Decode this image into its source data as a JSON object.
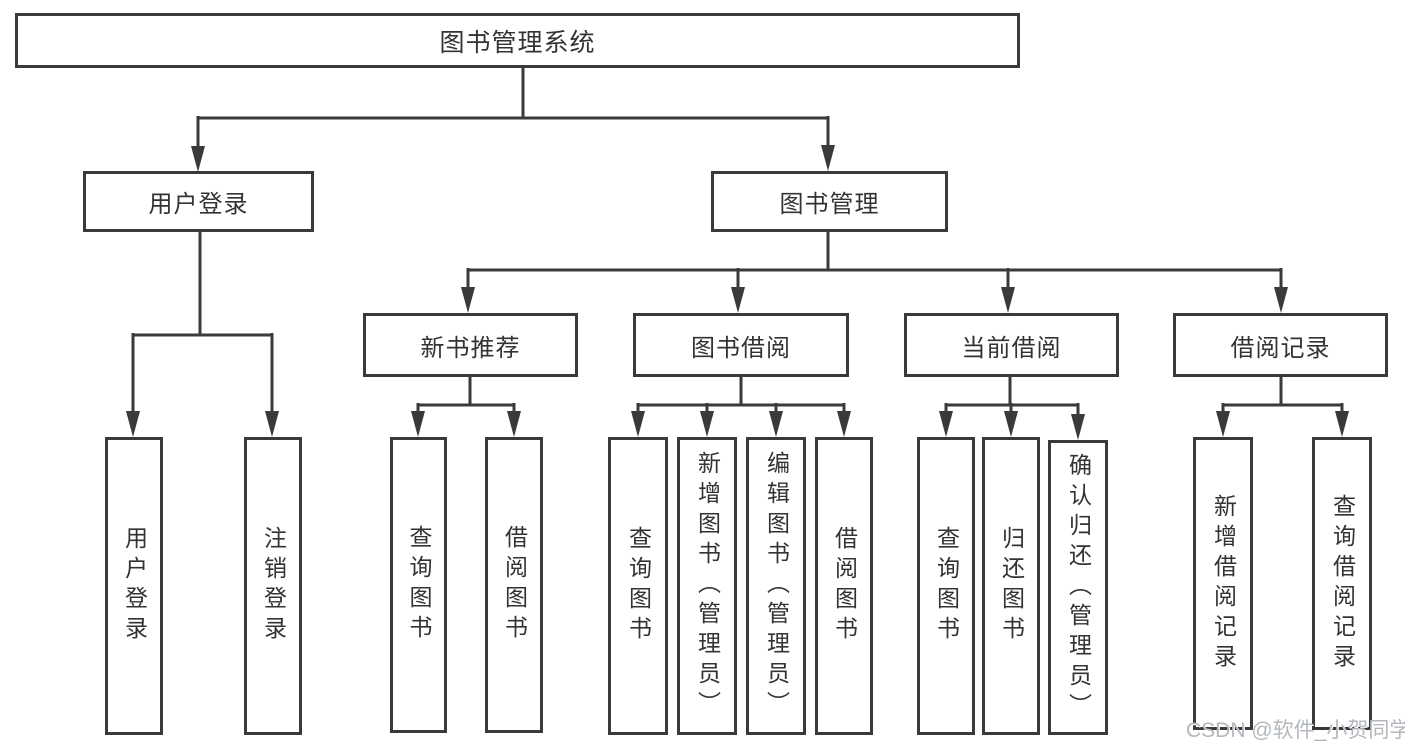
{
  "diagram": {
    "root": {
      "label": "图书管理系统"
    },
    "level2": [
      {
        "label": "用户登录"
      },
      {
        "label": "图书管理"
      }
    ],
    "level3": [
      {
        "label": "新书推荐"
      },
      {
        "label": "图书借阅"
      },
      {
        "label": "当前借阅"
      },
      {
        "label": "借阅记录"
      }
    ],
    "leaves": {
      "user": [
        "用户登录",
        "注销登录"
      ],
      "newbook": [
        "查询图书",
        "借阅图书"
      ],
      "borrow": [
        "查询图书",
        "新增图书（管理员）",
        "编辑图书（管理员）",
        "借阅图书"
      ],
      "current": [
        "查询图书",
        "归还图书",
        "确认归还（管理员）"
      ],
      "records": [
        "新增借阅记录",
        "查询借阅记录"
      ]
    },
    "watermark": "CSDN @软件_小贺同学",
    "colors": {
      "line": "#3a3a3a",
      "text": "#333333",
      "watermark": "#b3b8bd",
      "background": "#ffffff"
    }
  }
}
